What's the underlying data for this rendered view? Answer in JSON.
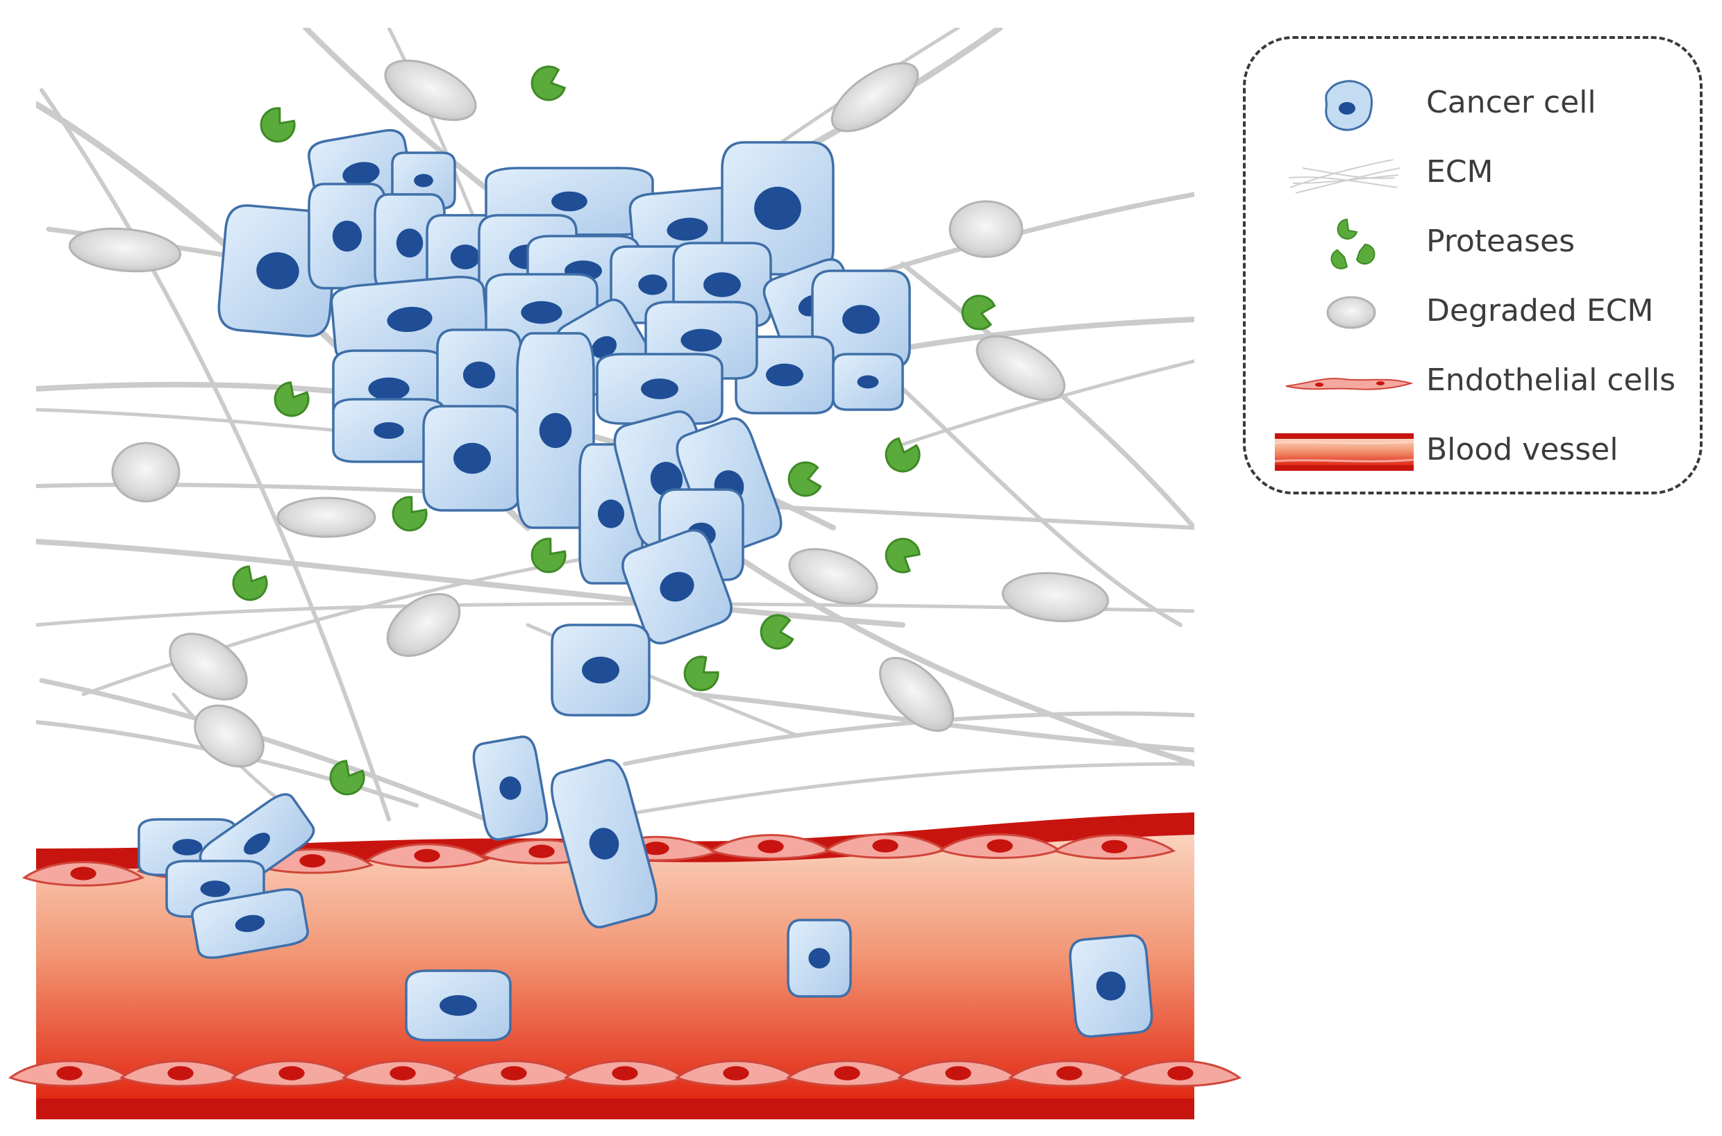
{
  "legend": {
    "items": [
      {
        "label": "Cancer cell",
        "icon": "cancer-cell-icon"
      },
      {
        "label": "ECM",
        "icon": "ecm-fiber-icon"
      },
      {
        "label": "Proteases",
        "icon": "protease-icon"
      },
      {
        "label": "Degraded ECM",
        "icon": "degraded-ecm-icon"
      },
      {
        "label": "Endothelial cells",
        "icon": "endothelial-cell-icon"
      },
      {
        "label": "Blood vessel",
        "icon": "blood-vessel-icon"
      }
    ]
  },
  "colors": {
    "cell_fill": "#c4dcf2",
    "cell_stroke": "#3f6fa8",
    "nucleus": "#1f4e96",
    "protease": "#5aab3b",
    "fiber": "#c9c9c9",
    "vessel_wall": "#c8140f",
    "vessel_lumen_top": "#f9c3ac",
    "vessel_lumen_bottom": "#e8341c",
    "endothelial": "#f4a8a0"
  }
}
